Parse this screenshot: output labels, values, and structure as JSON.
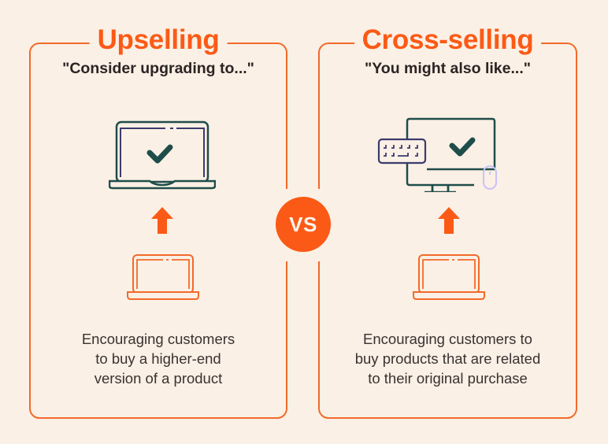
{
  "colors": {
    "background": "#fbf0e5",
    "accent": "#fb5a16",
    "border": "#f26a2b",
    "icon_dark": "#1e4d4a",
    "icon_purple": "#3b3a6e",
    "mouse_lilac": "#c9c2f7",
    "text": "#2c2424"
  },
  "left": {
    "title": "Upselling",
    "quote": "\"Consider upgrading to...\"",
    "description_lines": [
      "Encouraging customers",
      "to buy a higher-end",
      "version of a product"
    ],
    "icons": [
      "laptop-check-icon",
      "arrow-up-icon",
      "laptop-small-icon"
    ]
  },
  "center": {
    "label": "VS"
  },
  "right": {
    "title": "Cross-selling",
    "quote": "\"You might also like...\"",
    "description_lines": [
      "Encouraging customers to",
      "buy products that are related",
      "to their original purchase"
    ],
    "icons": [
      "desktop-keyboard-mouse-check-icon",
      "arrow-up-icon",
      "laptop-small-icon"
    ]
  }
}
